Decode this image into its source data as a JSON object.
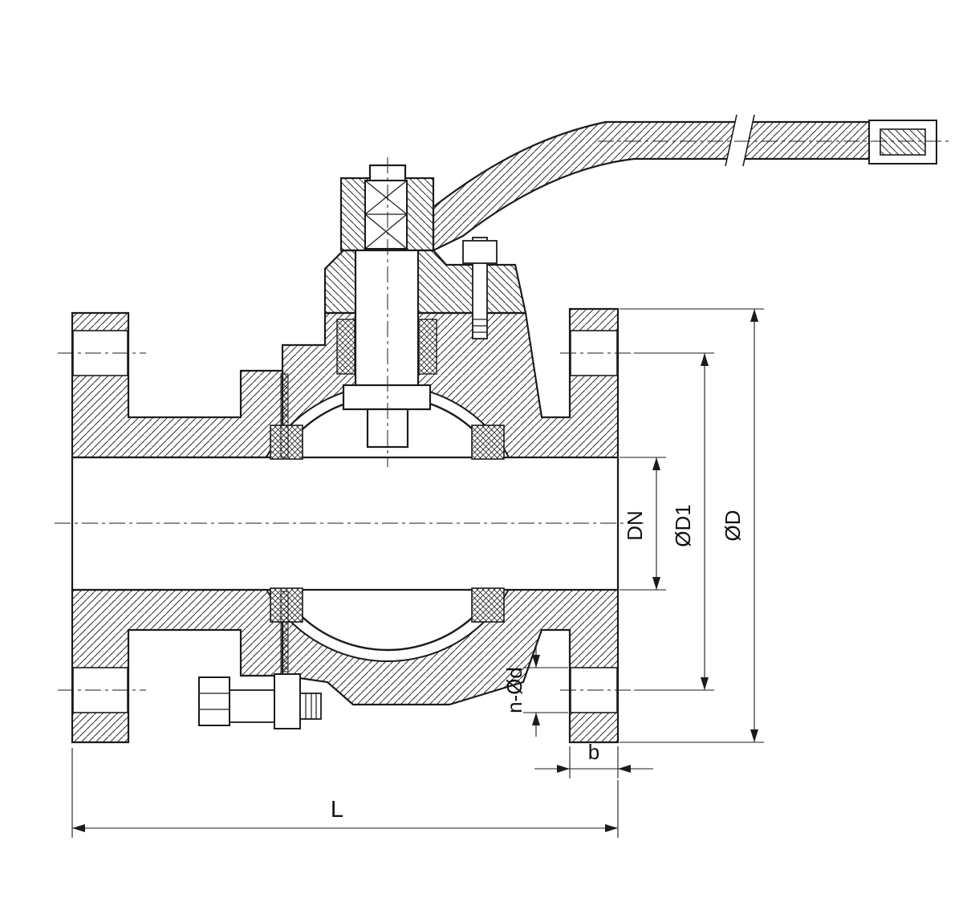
{
  "drawing": {
    "type": "flanged-ball-valve-cross-section",
    "labels": {
      "dn": "DN",
      "d1": "ØD1",
      "d": "ØD",
      "nd": "n-Ød",
      "b": "b",
      "l": "L"
    },
    "colors": {
      "line": "#1b1b1b",
      "background": "#ffffff"
    }
  }
}
